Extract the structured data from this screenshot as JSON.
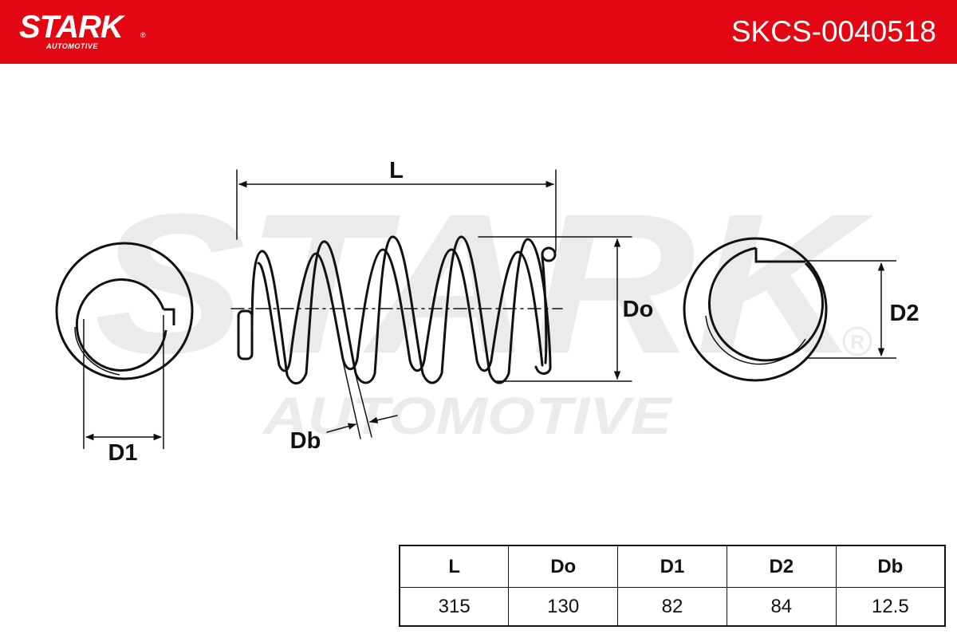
{
  "header": {
    "brand": "STARK",
    "brand_registered": "®",
    "brand_sub": "AUTOMOTIVE",
    "part_number": "SKCS-0040518",
    "background_color": "#e30613",
    "text_color": "#ffffff"
  },
  "watermark": {
    "brand": "STARK",
    "sub": "AUTOMOTIVE",
    "registered": "®",
    "color": "#ebebeb"
  },
  "diagram": {
    "labels": {
      "length": "L",
      "outer_diameter": "Do",
      "inner_diameter_1": "D1",
      "inner_diameter_2": "D2",
      "wire_diameter": "Db"
    },
    "line_color": "#111111"
  },
  "spec_table": {
    "headers": [
      "L",
      "Do",
      "D1",
      "D2",
      "Db"
    ],
    "values": [
      "315",
      "130",
      "82",
      "84",
      "12.5"
    ]
  }
}
